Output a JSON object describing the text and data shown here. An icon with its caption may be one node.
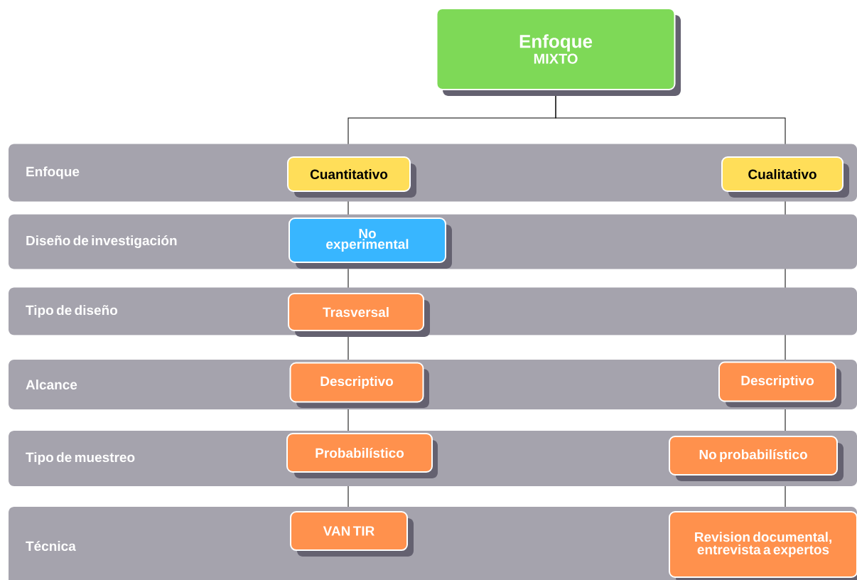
{
  "diagram": {
    "nodes": [
      {
        "text": [
          "Enfoque",
          "MIXTO"
        ]
      },
      {
        "text": [
          "Enfoque"
        ]
      },
      {
        "text": [
          "Cuantitativo"
        ],
        "in": 1
      },
      {
        "text": [
          "Cualitativo"
        ],
        "in": 1
      },
      {
        "text": [
          "Diseño de investigación"
        ]
      },
      {
        "text": [
          "No experimental"
        ],
        "in": 4
      },
      {
        "text": [
          "Tipo de diseño"
        ]
      },
      {
        "text": [
          "Trasversal"
        ],
        "in": 6
      },
      {
        "text": [
          "Alcance"
        ]
      },
      {
        "text": [
          "Descriptivo"
        ],
        "in": 8
      },
      {
        "text": [
          "Descriptivo"
        ],
        "in": 8
      },
      {
        "text": [
          "Tipo de muestreo"
        ]
      },
      {
        "text": [
          "Probabilístico"
        ],
        "in": 11
      },
      {
        "text": [
          "No probabilístico"
        ],
        "in": 11
      },
      {
        "text": [
          "Técnica"
        ]
      },
      {
        "text": [
          "VAN TIR"
        ],
        "in": 14
      },
      {
        "text": [
          "Revision documental, entrevista a expertos"
        ],
        "in": 14
      }
    ],
    "edges": [
      {
        "from": 0,
        "to": 2,
        "arrow": "none"
      },
      {
        "from": 0,
        "to": 3,
        "arrow": "none"
      },
      {
        "from": 2,
        "to": 5,
        "arrow": "none"
      },
      {
        "from": 5,
        "to": 7,
        "arrow": "none"
      },
      {
        "from": 7,
        "to": 9,
        "arrow": "none"
      },
      {
        "from": 9,
        "to": 12,
        "arrow": "none"
      },
      {
        "from": 12,
        "to": 15,
        "arrow": "none"
      },
      {
        "from": 3,
        "to": 10,
        "arrow": "none"
      },
      {
        "from": 10,
        "to": 13,
        "arrow": "none"
      },
      {
        "from": 13,
        "to": 16,
        "arrow": "none"
      }
    ]
  }
}
